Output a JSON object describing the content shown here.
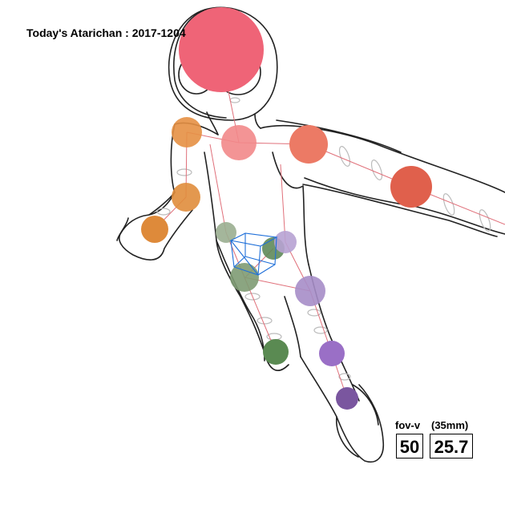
{
  "title": "Today's Atarichan : 2017-1204",
  "camera": {
    "fov_label": "fov-v",
    "focal_label": "(35mm)",
    "fov_value": "50",
    "focal_value": "25.7"
  },
  "colors": {
    "head": "#ef6477",
    "neck": "#f2888a",
    "right_arm": "#e8654f",
    "left_arm": "#e08d3c",
    "hips_green": "#6e8c63",
    "right_leg": "#9d7cc2",
    "gizmo": "#1e6fd9"
  }
}
